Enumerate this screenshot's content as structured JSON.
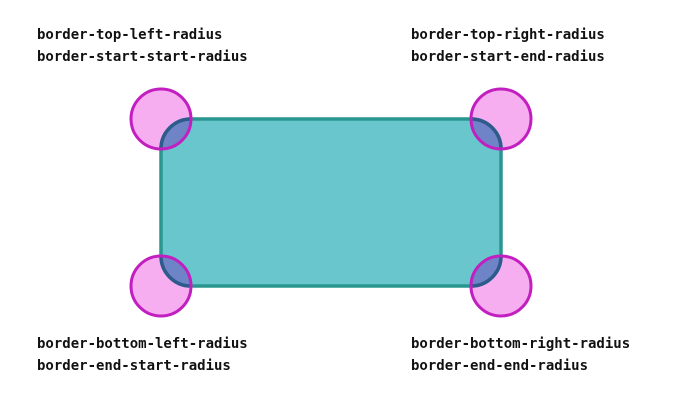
{
  "corners": {
    "top_left": {
      "physical": "border-top-left-radius",
      "logical": "border-start-start-radius"
    },
    "top_right": {
      "physical": "border-top-right-radius",
      "logical": "border-start-end-radius"
    },
    "bottom_left": {
      "physical": "border-bottom-left-radius",
      "logical": "border-end-start-radius"
    },
    "bottom_right": {
      "physical": "border-bottom-right-radius",
      "logical": "border-end-end-radius"
    }
  },
  "colors": {
    "box_fill": "#68c6cc",
    "box_stroke": "#2a9690",
    "circle_fill": "#f6aef0",
    "circle_stroke": "#c21ec0",
    "overlap_fill": "#6e84c6",
    "overlap_stroke": "#2e5a8c",
    "text": "#111111"
  }
}
